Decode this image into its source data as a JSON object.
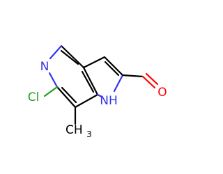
{
  "atoms": {
    "pyridine_n": {
      "text": "N",
      "color": "#3333ee"
    },
    "chlorine": {
      "text": "Cl",
      "color": "#1f9e1f"
    },
    "pyrrole_nh": {
      "text": "NH",
      "color": "#3333ee"
    },
    "oxygen": {
      "text": "O",
      "color": "#ff0000"
    },
    "methyl": {
      "text": "CH",
      "subscript": "3",
      "color": "#000000"
    }
  },
  "bond_color": "#000000"
}
